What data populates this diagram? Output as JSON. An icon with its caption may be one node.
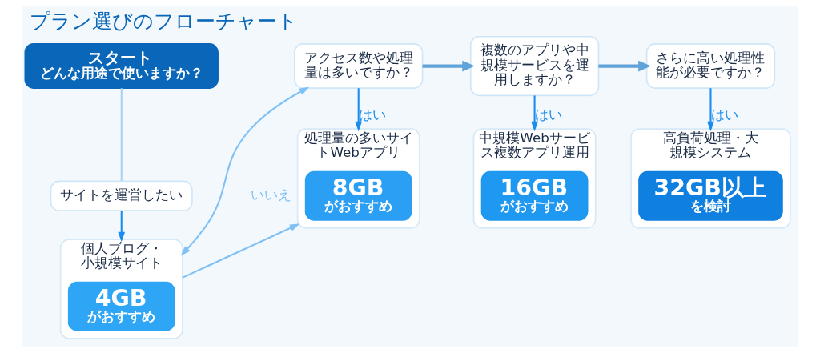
{
  "diagram": {
    "title": "プラン選びのフローチャート",
    "nodes": [
      {
        "text": [
          "スタート",
          "どんな用途で使いますか？"
        ]
      },
      {
        "text": [
          "サイトを運営したい"
        ]
      },
      {
        "text": [
          "個人ブログ・小規模サイト"
        ]
      },
      {
        "text": [
          "4GB",
          "がおすすめ"
        ],
        "in": 2
      },
      {
        "text": [
          "アクセス数や処理量は多いですか？"
        ]
      },
      {
        "text": [
          "処理量の多いサイトWebアプリ"
        ]
      },
      {
        "text": [
          "8GB",
          "がおすすめ"
        ],
        "in": 5
      },
      {
        "text": [
          "複数のアプリや中規模サービスを運用しますか？"
        ]
      },
      {
        "text": [
          "中規模Webサービス複数アプリ運用"
        ]
      },
      {
        "text": [
          "16GB",
          "がおすすめ"
        ],
        "in": 8
      },
      {
        "text": [
          "さらに高い処理性能が必要ですか？"
        ]
      },
      {
        "text": [
          "高負荷処理・大規模システム"
        ]
      },
      {
        "text": [
          "32GB以上",
          "を検討"
        ],
        "in": 11
      }
    ],
    "edges": [
      {
        "from": 0,
        "to": 1,
        "arrow": "none",
        "color": "#a9d2f2"
      },
      {
        "from": 1,
        "to": 2,
        "arrow": "to"
      },
      {
        "from": 2,
        "to": 5,
        "arrow": "to",
        "color": "#7fc0f5"
      },
      {
        "from": 4,
        "to": 2,
        "arrow": "both",
        "label": "いいえ",
        "color": "#7fc0f5"
      },
      {
        "from": 4,
        "to": 5,
        "arrow": "to",
        "label": "はい"
      },
      {
        "from": 4,
        "to": 7,
        "arrow": "to",
        "style": "thick",
        "color": "#5fa3d9"
      },
      {
        "from": 7,
        "to": 8,
        "arrow": "to",
        "label": "はい"
      },
      {
        "from": 7,
        "to": 10,
        "arrow": "to",
        "style": "thick",
        "color": "#5fa3d9"
      },
      {
        "from": 10,
        "to": 11,
        "arrow": "to",
        "label": "はい"
      }
    ]
  }
}
